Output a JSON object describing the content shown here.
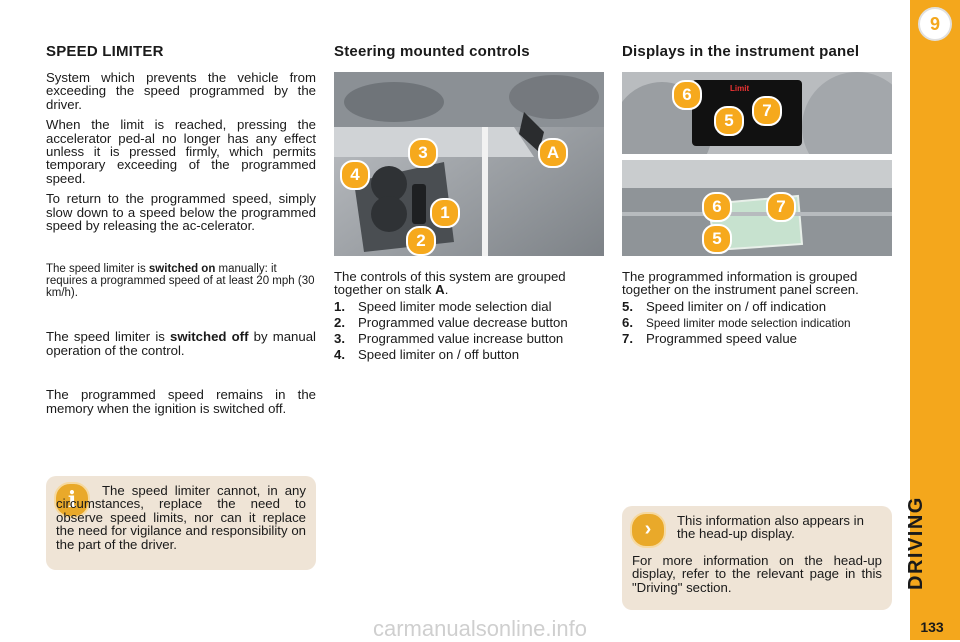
{
  "left": {
    "heading": "SPEED LIMITER",
    "p1": "System which prevents the vehicle from exceeding the speed programmed by the driver.",
    "p2": "When the limit is reached, pressing the accelerator ped-al no longer has any effect unless it is pressed firmly, which permits temporary exceeding of the programmed speed.",
    "p3": "To return to the programmed speed, simply slow down to a speed below the programmed speed by releasing the ac-celerator.",
    "p4_a": "The speed limiter is ",
    "p4_b": "switched on",
    "p4_c": " manually: it requires a programmed speed of at least 20 mph (30 km/h).",
    "p5_a": "The speed limiter is ",
    "p5_b": "switched off",
    "p5_c": " by manual operation of the control.",
    "p6": "The programmed speed remains in the memory when the ignition is switched off.",
    "info": "The speed limiter cannot, in any circumstances, replace the need to observe speed limits, nor can it replace the need for vigilance and responsibility on the part of the driver."
  },
  "middle": {
    "heading": "Steering mounted controls",
    "intro_a": "The controls of this system are grouped together on stalk ",
    "intro_b": "A",
    "intro_c": ".",
    "items": [
      {
        "num": "1.",
        "text": "Speed limiter mode selection dial"
      },
      {
        "num": "2.",
        "text": "Programmed value decrease button"
      },
      {
        "num": "3.",
        "text": "Programmed value increase button"
      },
      {
        "num": "4.",
        "text": "Speed limiter on / off button"
      }
    ],
    "badges": [
      "3",
      "4",
      "A",
      "1",
      "2"
    ]
  },
  "right": {
    "heading": "Displays in the instrument panel",
    "intro": "The programmed information is grouped together on the instrument panel screen.",
    "items": [
      {
        "num": "5.",
        "text": "Speed limiter on / off indication"
      },
      {
        "num": "6.",
        "text": "Speed limiter mode selection indication"
      },
      {
        "num": "7.",
        "text": "Programmed speed value"
      }
    ],
    "badges": [
      "6",
      "5",
      "7",
      "6",
      "7",
      "5"
    ],
    "screen_label": "Limit",
    "info_1": "This information also appears in the head-up display.",
    "info_2": "For more information on the head-up display, refer to the relevant page in this \"Driving\" section."
  },
  "sidebar": {
    "chapter_number": "9",
    "title": "DRIVING",
    "page_number": "133"
  },
  "watermark": "carmanualsonline.info",
  "colors": {
    "accent": "#f4a71c",
    "info_bg": "#efe4d6"
  }
}
